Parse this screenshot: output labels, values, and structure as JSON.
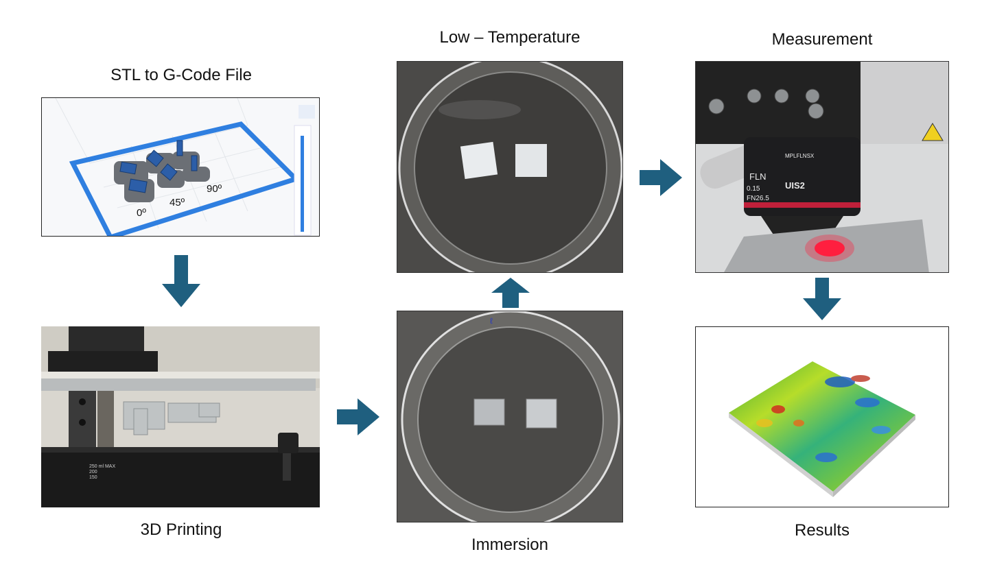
{
  "steps": {
    "stl": {
      "label": "STL to G-Code File",
      "angles": [
        "0º",
        "45º",
        "90º"
      ]
    },
    "printing": {
      "label": "3D Printing",
      "vat_marks": [
        "250 ml MAX",
        "200",
        "150"
      ]
    },
    "immersion": {
      "label": "Immersion"
    },
    "low_temp": {
      "label": "Low – Temperature"
    },
    "measurement": {
      "label": "Measurement",
      "lens_text": [
        "MPLFLNSX",
        "FLN",
        "0.15",
        "FN26.5",
        "UIS2"
      ]
    },
    "results": {
      "label": "Results"
    }
  },
  "colors": {
    "arrow": "#1f5f7f",
    "build_plate": "#2f7fe0",
    "laser": "#ff2040"
  }
}
